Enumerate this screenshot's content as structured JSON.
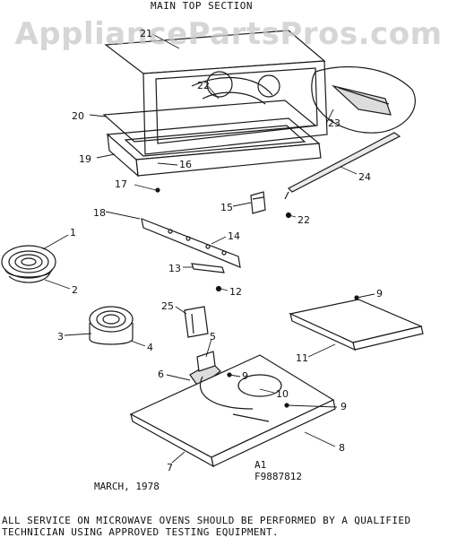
{
  "title": "MAIN TOP SECTION",
  "watermark": "AppliancePartsPros.com",
  "callouts": [
    "20",
    "21",
    "22",
    "23",
    "19",
    "16",
    "17",
    "24",
    "15",
    "22",
    "18",
    "14",
    "13",
    "12",
    "1",
    "2",
    "9",
    "25",
    "3",
    "4",
    "11",
    "5",
    "6",
    "9",
    "10",
    "9",
    "8",
    "7"
  ],
  "figure_date": "MARCH, 1978",
  "figure_code_1": "A1",
  "figure_code_2": "F9887812",
  "service_note_line1": "ALL SERVICE ON MICROWAVE OVENS SHOULD BE PERFORMED BY A QUALIFIED",
  "service_note_line2": "TECHNICIAN USING APPROVED TESTING EQUIPMENT."
}
